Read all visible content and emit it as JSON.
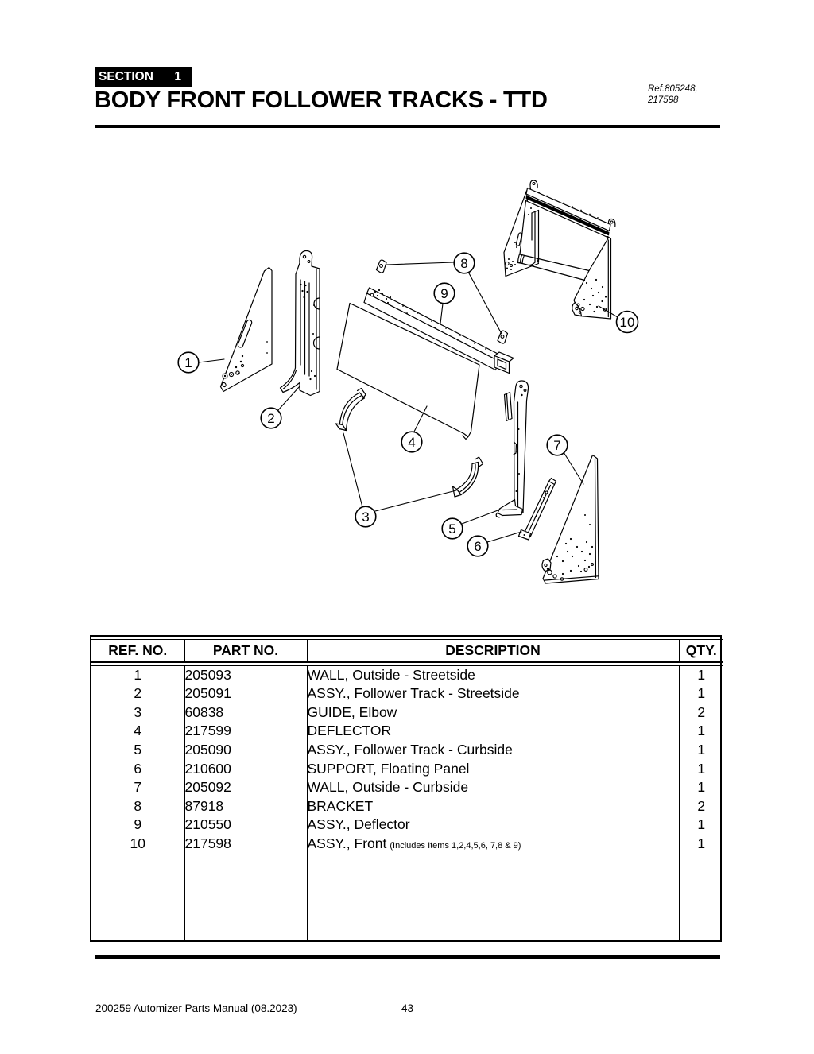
{
  "colors": {
    "ink": "#000000",
    "paper": "#ffffff"
  },
  "header": {
    "section_label": "SECTION",
    "section_number": "1",
    "title": "BODY FRONT FOLLOWER TRACKS - TTD",
    "ref_note_line1": "Ref.805248,",
    "ref_note_line2": "217598"
  },
  "diagram": {
    "callouts": [
      {
        "n": "1"
      },
      {
        "n": "2"
      },
      {
        "n": "3"
      },
      {
        "n": "4"
      },
      {
        "n": "5"
      },
      {
        "n": "6"
      },
      {
        "n": "7"
      },
      {
        "n": "8"
      },
      {
        "n": "9"
      },
      {
        "n": "10"
      }
    ]
  },
  "table": {
    "columns": [
      "REF. NO.",
      "PART NO.",
      "DESCRIPTION",
      "QTY."
    ],
    "rows": [
      {
        "ref": "1",
        "part": "205093",
        "desc": "WALL, Outside - Streetside",
        "note": "",
        "qty": "1"
      },
      {
        "ref": "2",
        "part": "205091",
        "desc": "ASSY., Follower Track - Streetside",
        "note": "",
        "qty": "1"
      },
      {
        "ref": "3",
        "part": "60838",
        "desc": "GUIDE, Elbow",
        "note": "",
        "qty": "2"
      },
      {
        "ref": "4",
        "part": "217599",
        "desc": "DEFLECTOR",
        "note": "",
        "qty": "1"
      },
      {
        "ref": "5",
        "part": "205090",
        "desc": "ASSY., Follower Track - Curbside",
        "note": "",
        "qty": "1"
      },
      {
        "ref": "6",
        "part": "210600",
        "desc": "SUPPORT, Floating Panel",
        "note": "",
        "qty": "1"
      },
      {
        "ref": "7",
        "part": "205092",
        "desc": "WALL, Outside - Curbside",
        "note": "",
        "qty": "1"
      },
      {
        "ref": "8",
        "part": "87918",
        "desc": "BRACKET",
        "note": "",
        "qty": "2"
      },
      {
        "ref": "9",
        "part": "210550",
        "desc": "ASSY., Deflector",
        "note": "",
        "qty": "1"
      },
      {
        "ref": "10",
        "part": "217598",
        "desc": "ASSY., Front",
        "note": "(Includes Items 1,2,4,5,6, 7,8 & 9)",
        "qty": "1"
      }
    ]
  },
  "footer": {
    "manual_title": "200259 Automizer Parts Manual (08.2023)",
    "page_number": "43"
  }
}
